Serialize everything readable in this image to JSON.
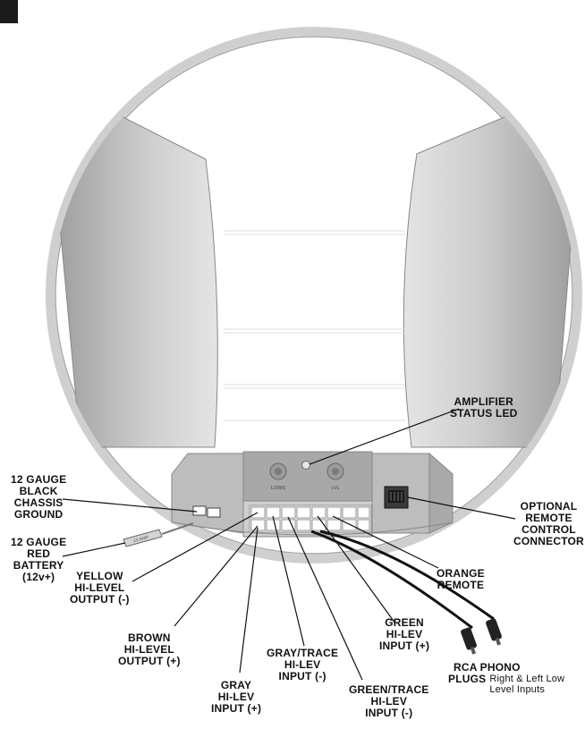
{
  "labels": {
    "status_led": [
      "AMPLIFIER",
      "STATUS LED"
    ],
    "ground": [
      "12 GAUGE",
      "BLACK",
      "CHASSIS",
      "GROUND"
    ],
    "battery": [
      "12 GAUGE",
      "RED",
      "BATTERY",
      "(12v+)"
    ],
    "remote_connector": [
      "OPTIONAL",
      "REMOTE",
      "CONTROL",
      "CONNECTOR"
    ],
    "yellow": [
      "YELLOW",
      "HI-LEVEL",
      "OUTPUT (-)"
    ],
    "orange": [
      "ORANGE",
      "REMOTE"
    ],
    "brown": [
      "BROWN",
      "HI-LEVEL",
      "OUTPUT (+)"
    ],
    "green": [
      "GREEN",
      "HI-LEV",
      "INPUT (+)"
    ],
    "gray_trace": [
      "GRAY/TRACE",
      "HI-LEV",
      "INPUT (-)"
    ],
    "gray": [
      "GRAY",
      "HI-LEV",
      "INPUT (+)"
    ],
    "green_trace": [
      "GREEN/TRACE",
      "HI-LEV",
      "INPUT (-)"
    ],
    "rca_title": "RCA PHONO",
    "rca_plugs": "PLUGS",
    "rca_desc_1": "Right & Left Low",
    "rca_desc_2": "Level Inputs",
    "led_knob_1": "LOWS",
    "led_knob_2": "LVL",
    "fuse": "15 AMP"
  }
}
